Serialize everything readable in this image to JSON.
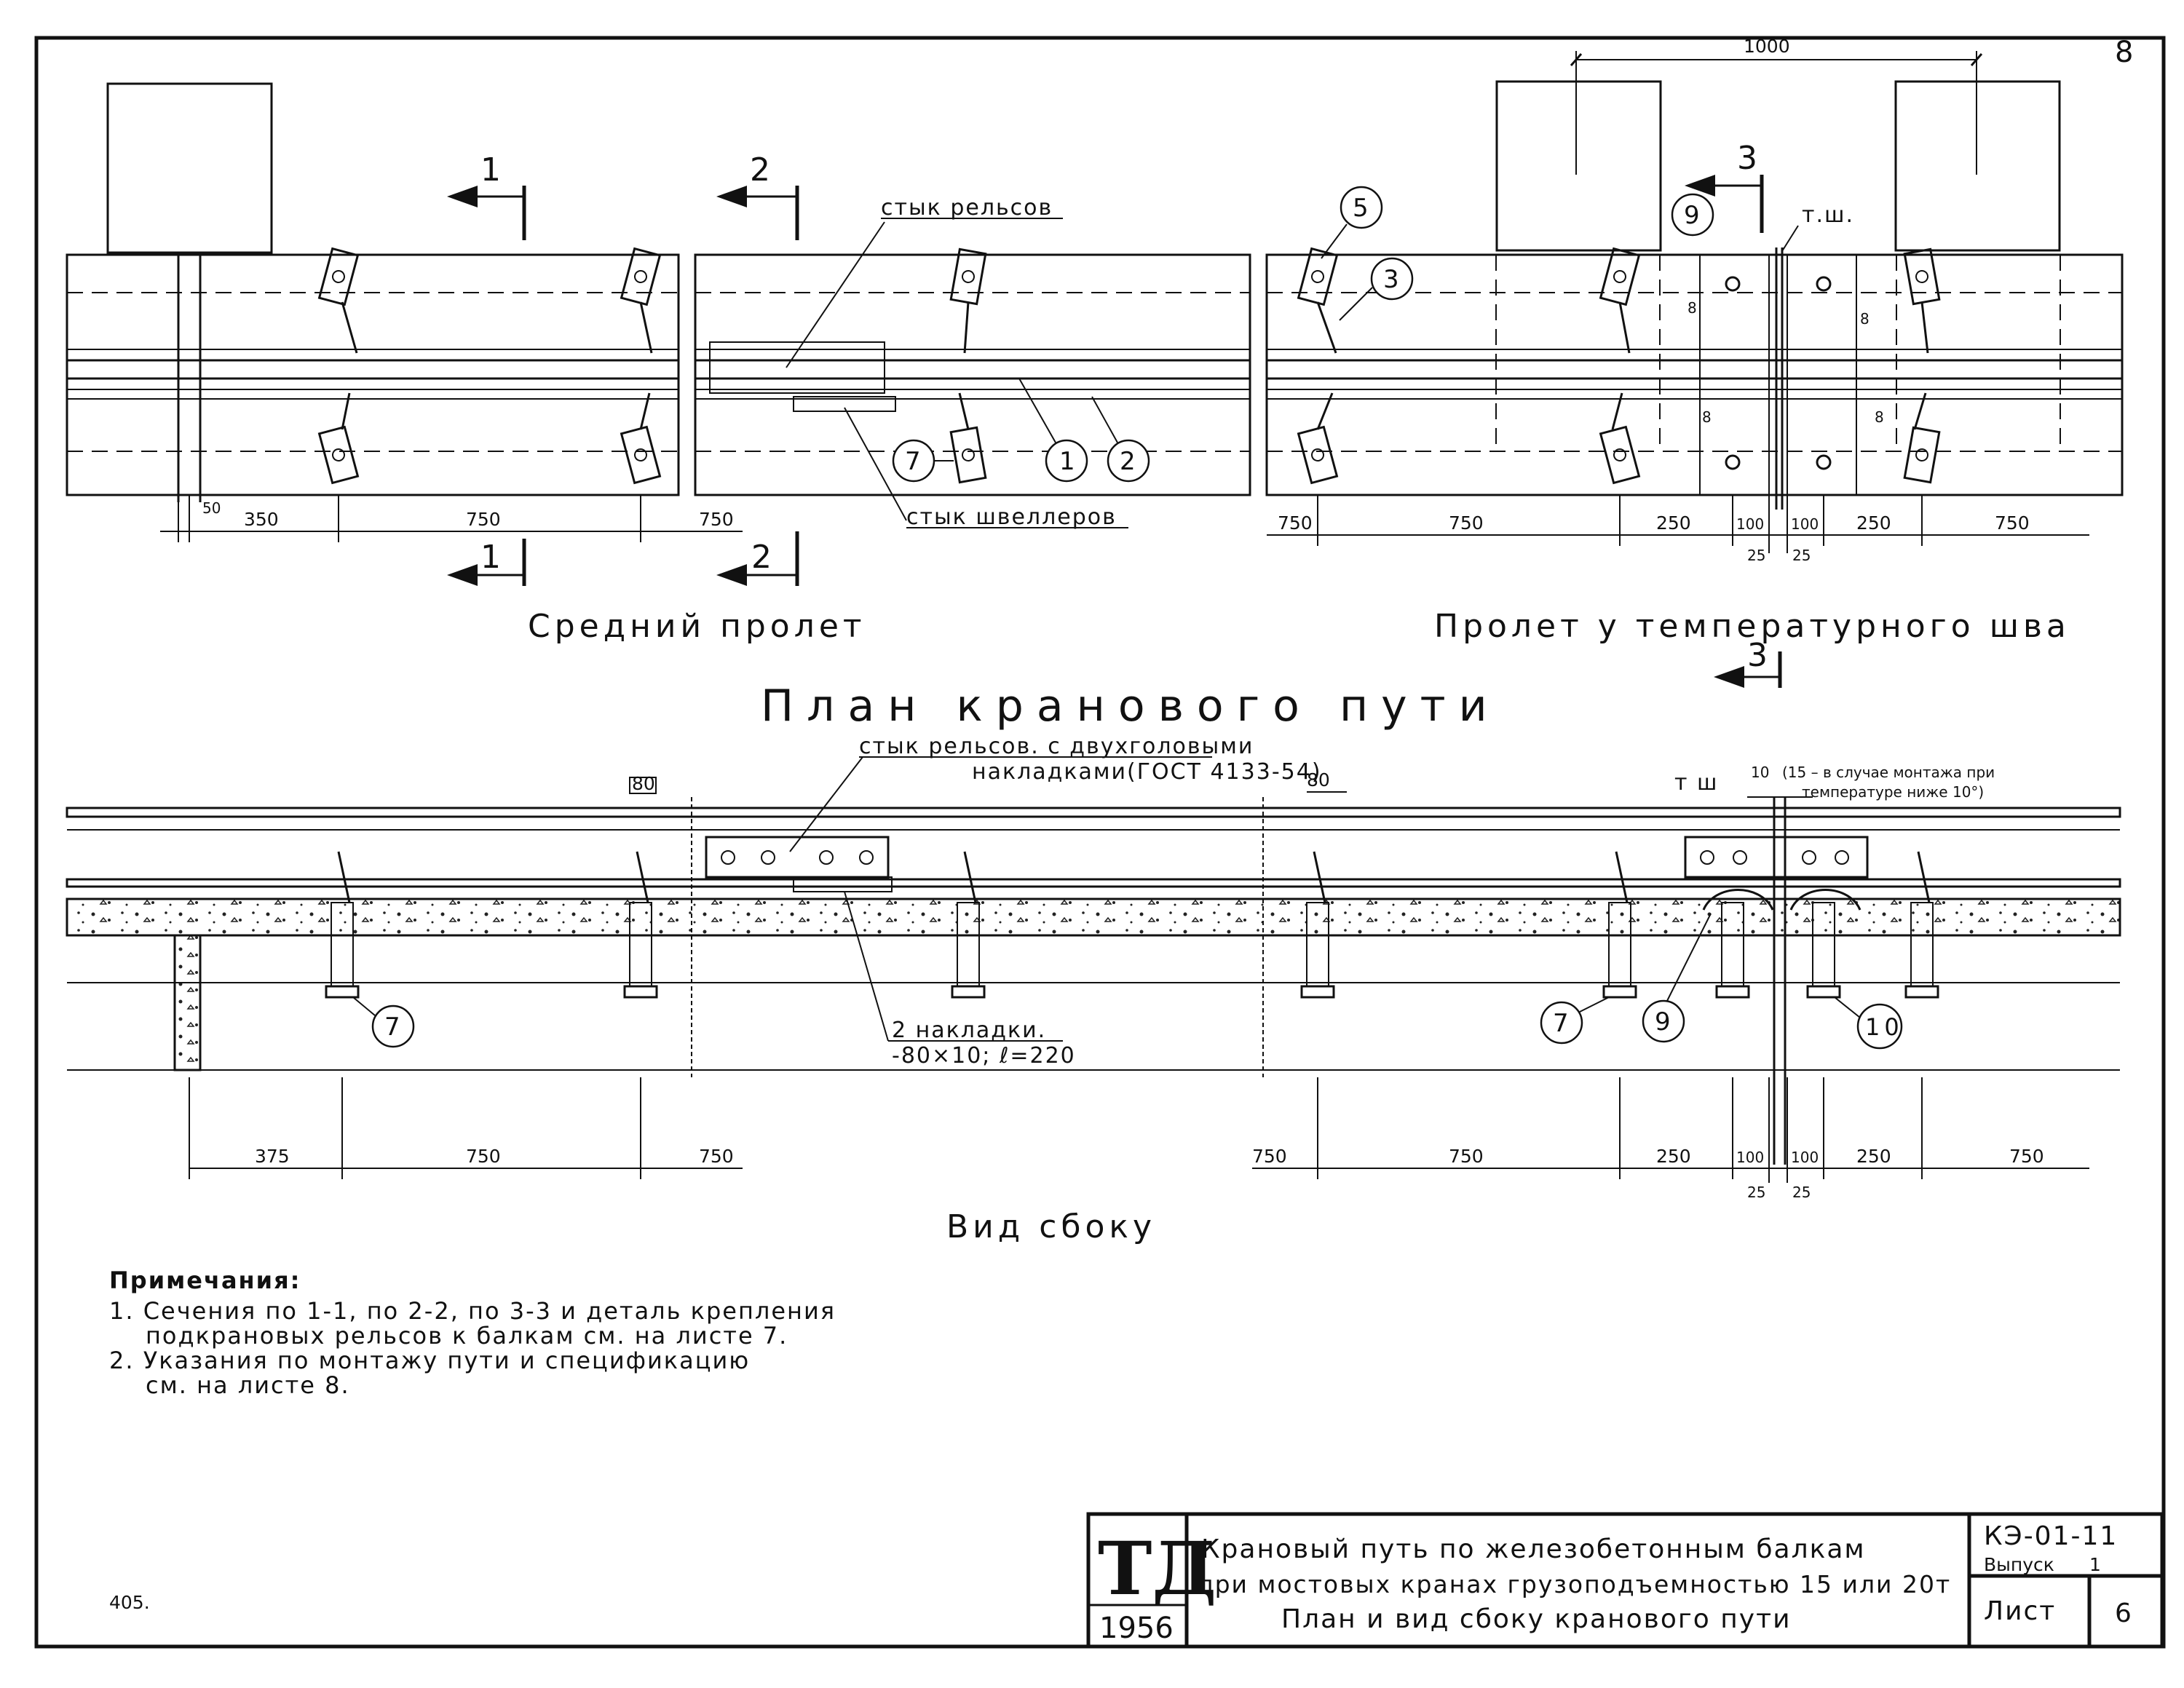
{
  "sheet_number": "8",
  "plan": {
    "title": "План кранового пути",
    "middle_span_label": "Средний пролет",
    "joint_span_label": "Пролет у температурного шва",
    "rail_joint_label": "стык рельсов",
    "channel_joint_label": "стык швеллеров",
    "dims_left": [
      "50",
      "350",
      "750",
      "750"
    ],
    "dims_right": [
      "750",
      "750",
      "250",
      "100",
      "100",
      "250",
      "750"
    ],
    "dims_right_small": [
      "25",
      "25"
    ],
    "top_dim": "1000",
    "tsh_label": "т.ш.",
    "section_marks": [
      "1",
      "1",
      "2",
      "2",
      "3",
      "3"
    ],
    "callouts": [
      "5",
      "3",
      "9",
      "7",
      "1",
      "2"
    ],
    "detail_marks": [
      "8",
      "8",
      "8",
      "8"
    ]
  },
  "side_view": {
    "title": "Вид сбоку",
    "rail_joint_label_1": "стык рельсов. с двухголовыми",
    "rail_joint_label_2": "накладками(ГОСТ 4133-54)",
    "plates_label_1": "2 накладки.",
    "plates_label_2": "-80×10; ℓ=220",
    "tsh_label": "т ш",
    "gap_dim": "10",
    "gap_note_1": "(15 – в случае монтажа при",
    "gap_note_2": "температуре ниже 10°)",
    "dim_80": "80",
    "dims_left": [
      "375",
      "750",
      "750"
    ],
    "dims_right": [
      "750",
      "750",
      "250",
      "100",
      "100",
      "250",
      "750"
    ],
    "dims_right_small": [
      "25",
      "25"
    ],
    "callouts": [
      "7",
      "7",
      "9",
      "10"
    ]
  },
  "notes": {
    "heading": "Примечания:",
    "lines": [
      "1. Сечения по 1-1, по 2-2, по 3-3 и деталь крепления",
      "подкрановых рельсов к балкам см. на листе 7.",
      "2. Указания по монтажу пути и спецификацию",
      "см. на листе 8."
    ]
  },
  "margin_mark": "405.",
  "title_block": {
    "logo": "ТД",
    "year": "1956",
    "title_line1": "Крановый путь по железобетонным балкам",
    "title_line2": "при мостовых кранах грузоподъемностью 15 или 20т",
    "title_line3": "План и вид сбоку кранового пути",
    "code": "КЭ-01-11",
    "issue_label": "Выпуск",
    "issue_value": "1",
    "sheet_label": "Лист",
    "sheet_value": "6"
  }
}
